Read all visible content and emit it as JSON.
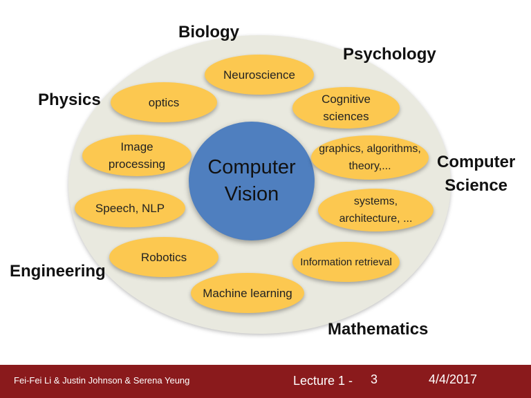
{
  "diagram": {
    "center": {
      "line1": "Computer",
      "line2": "Vision"
    },
    "subfields": [
      "Neuroscience",
      "optics",
      "Cognitive\nsciences",
      "Image\nprocessing",
      "graphics, algorithms,\ntheory,...",
      "Speech, NLP",
      "systems,\narchitecture, ...",
      "Robotics",
      "Information retrieval",
      "Machine learning"
    ],
    "fields": [
      "Biology",
      "Psychology",
      "Physics",
      "Computer\nScience",
      "Engineering",
      "Mathematics"
    ]
  },
  "footer": {
    "authors": "Fei-Fei Li & Justin Johnson & Serena Yeung",
    "lecture": "Lecture 1 -",
    "slide": "3",
    "date": "4/4/2017"
  },
  "colors": {
    "ellipse": "#e9e9df",
    "center": "#4f7fbf",
    "pill": "#fcc850",
    "footer": "#8a1a1c"
  }
}
